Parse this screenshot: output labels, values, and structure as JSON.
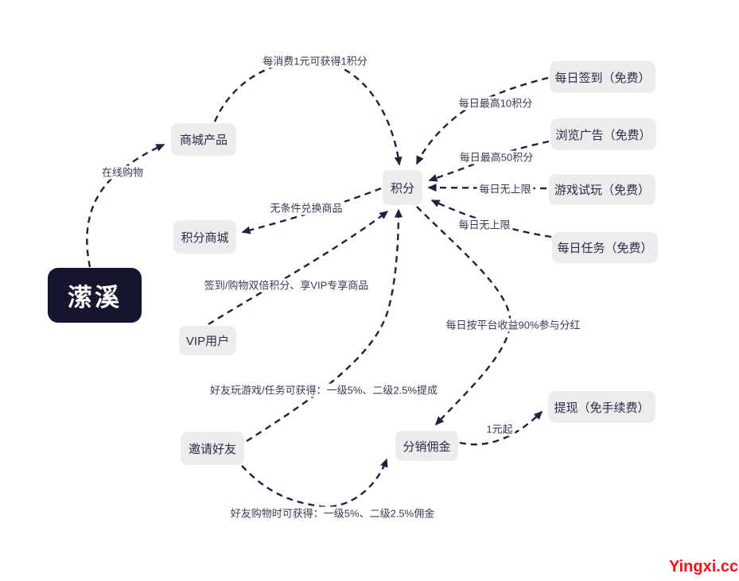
{
  "diagram": {
    "root": {
      "label": "潆溪"
    },
    "nodes": {
      "mall_product": {
        "label": "商城产品"
      },
      "points": {
        "label": "积分"
      },
      "points_mall": {
        "label": "积分商城"
      },
      "vip_user": {
        "label": "VIP用户"
      },
      "invite_friends": {
        "label": "邀请好友"
      },
      "commission": {
        "label": "分销佣金"
      },
      "withdraw": {
        "label": "提现（免手续费）"
      },
      "daily_signin": {
        "label": "每日签到（免费）"
      },
      "browse_ads": {
        "label": "浏览广告（免费）"
      },
      "game_trial": {
        "label": "游戏试玩（免费）"
      },
      "daily_task": {
        "label": "每日任务（免费）"
      }
    },
    "edge_labels": {
      "per_yuan": "每消费1元可获得1积分",
      "online_shopping": "在线购物",
      "max10": "每日最高10积分",
      "max50": "每日最高50积分",
      "no_limit_game": "每日无上限",
      "no_limit_task": "每日无上限",
      "free_exchange": "无条件兑换商品",
      "vip_benefit": "签到/购物双倍积分、享VIP专享商品",
      "friend_game": "好友玩游戏/任务可获得：一级5%、二级2.5%提成",
      "dividend": "每日按平台收益90%参与分红",
      "min_withdraw": "1元起",
      "friend_shop": "好友购物时可获得：一级5%、二级2.5%佣金"
    },
    "watermark": "Yingxi.cc",
    "colors": {
      "background": "#ffffff",
      "edge": "#21213e",
      "node_bg": "#ececef",
      "node_text": "#2b2b45",
      "root_bg": "#15152d",
      "root_text": "#ffffff",
      "label_text": "#3a3a52",
      "watermark": "#f8101c"
    }
  }
}
